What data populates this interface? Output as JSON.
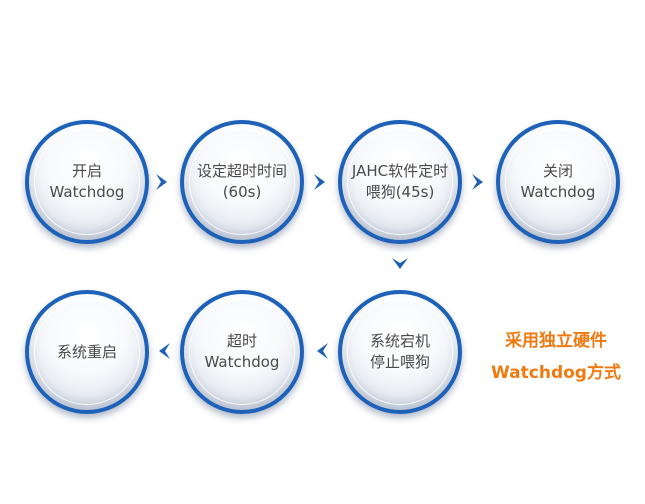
{
  "steps": [
    {
      "label": "开启\nWatchdog"
    },
    {
      "label": "设定超时时间\n(60s)"
    },
    {
      "label": "JAHC软件定时\n喂狗(45s)"
    },
    {
      "label": "关闭\nWatchdog"
    },
    {
      "label": "系统宕机\n停止喂狗"
    },
    {
      "label": "超时\nWatchdog"
    },
    {
      "label": "系统重启"
    }
  ],
  "note": {
    "line1": "采用独立硬件",
    "line2": "Watchdog方式"
  },
  "colors": {
    "ring": "#1d62b8",
    "arrow": "#1f5fb4",
    "note": "#f07a12",
    "text": "#4a4a4a"
  }
}
